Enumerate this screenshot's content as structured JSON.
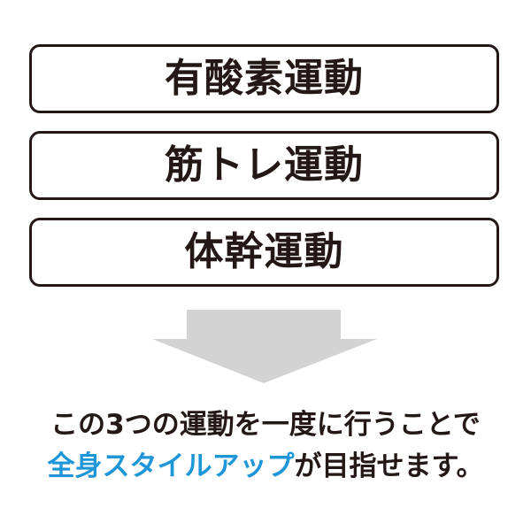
{
  "exercises": [
    {
      "label": "有酸素運動"
    },
    {
      "label": "筋トレ運動"
    },
    {
      "label": "体幹運動"
    }
  ],
  "arrow": {
    "color": "#d3d3d3",
    "direction": "down"
  },
  "caption": {
    "line1": "この3つの運動を一度に行うことで",
    "line2_highlight": "全身スタイルアップ",
    "line2_rest": "が目指せます。"
  },
  "colors": {
    "text": "#231815",
    "border": "#231815",
    "highlight": "#1e96d7"
  }
}
